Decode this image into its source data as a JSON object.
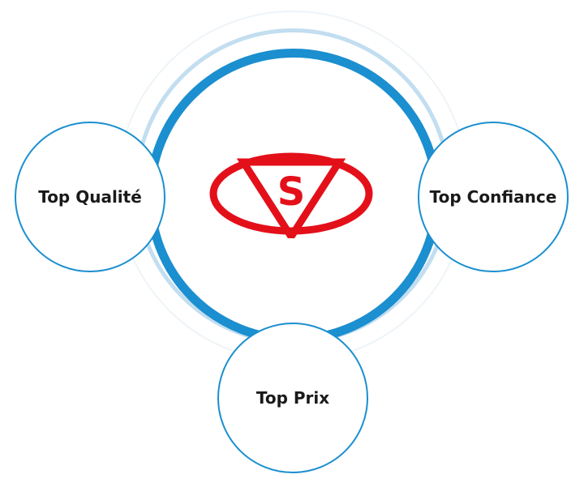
{
  "nodes": {
    "left": {
      "label": "Top Qualité"
    },
    "right": {
      "label": "Top Confiance"
    },
    "bottom": {
      "label": "Top Prix"
    }
  },
  "logo": {
    "letter": "S",
    "icon": "s-shield-logo-icon"
  },
  "colors": {
    "main_ring": "#1b8fcf",
    "light_ring": "#c2def0",
    "faint_ring": "#eef4f8",
    "node_border": "#1b8fcf",
    "logo_red": "#e3101a",
    "text": "#1a1a1a"
  }
}
